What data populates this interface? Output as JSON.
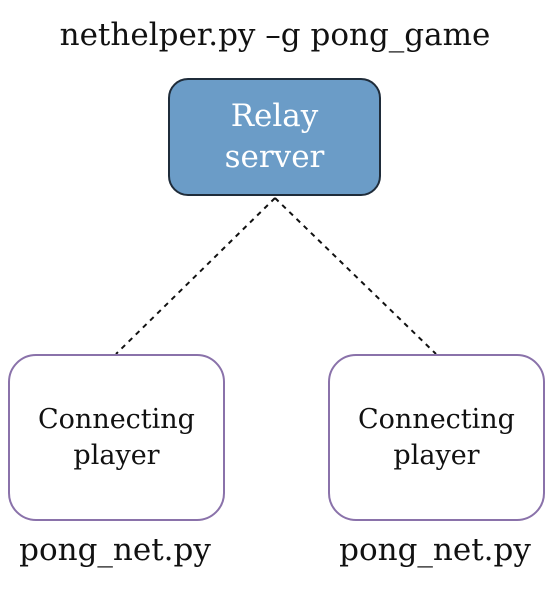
{
  "diagram": {
    "top_caption": "nethelper.py –g pong_game",
    "server": {
      "line1": "Relay",
      "line2": "server"
    },
    "players": [
      {
        "line1": "Connecting",
        "line2": "player",
        "caption": "pong_net.py"
      },
      {
        "line1": "Connecting",
        "line2": "player",
        "caption": "pong_net.py"
      }
    ],
    "colors": {
      "server_fill": "#6b9cc7",
      "server_border": "#1f2c3a",
      "player_border": "#8a72aa",
      "connector": "#111111"
    }
  }
}
